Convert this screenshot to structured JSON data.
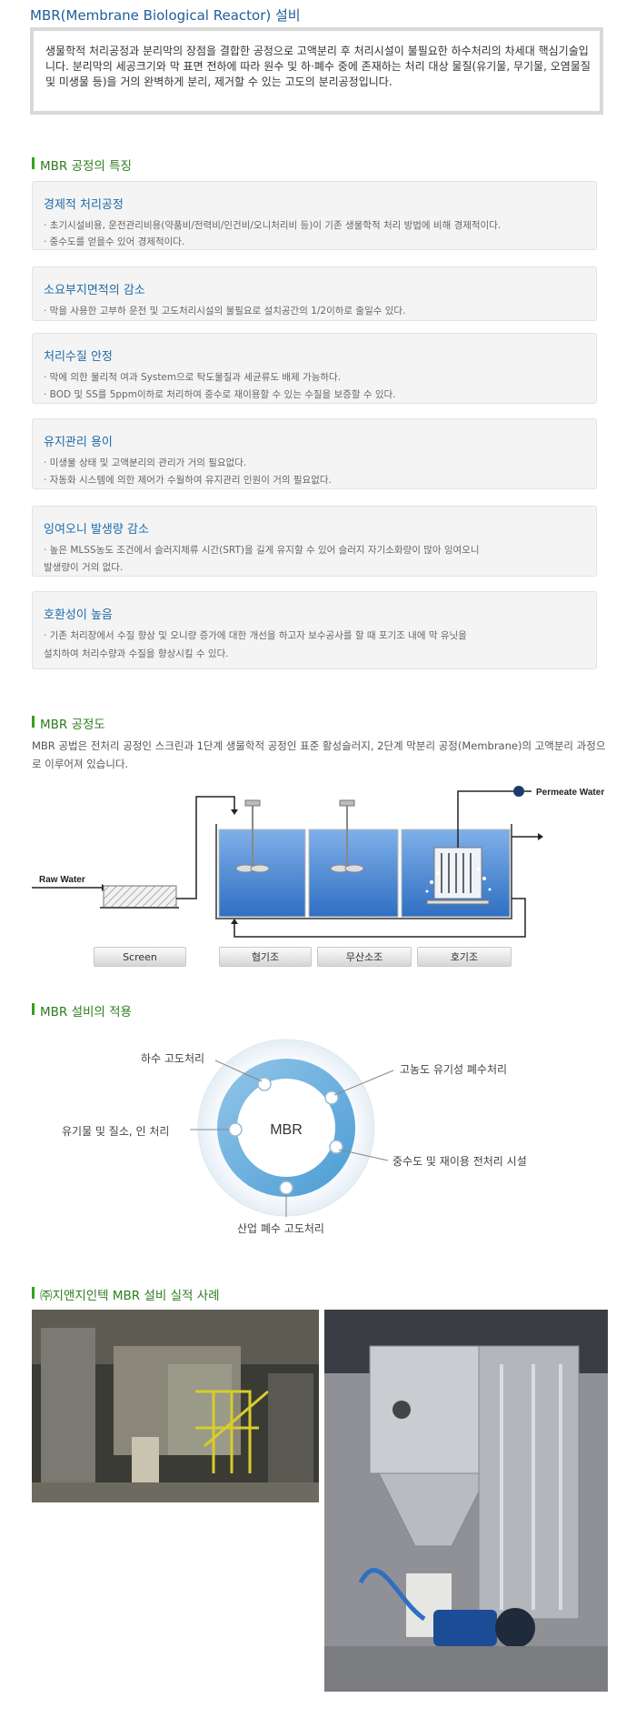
{
  "page": {
    "title": "MBR(Membrane Biological Reactor) 설비",
    "intro": "생물학적 처리공정과 분리막의 장점을 결합한 공정으로 고액분리 후 처리시설이 불필요한 하수처리의 차세대 핵심기술입니다. 분리막의 세공크기와 막 표면 전하에 따라 원수 및 하·폐수 중에 존재하는 처리 대상 물질(유기물, 무기물, 오염물질 및 미생물 등)을 거의 완벽하게 분리, 제거할 수 있는 고도의 분리공정입니다."
  },
  "features": {
    "title": "MBR 공정의 특징",
    "items": [
      {
        "title": "경제적 처리공정",
        "lines": [
          "· 초기시설비용, 운전관리비용(약품비/전력비/인건비/오니처리비 등)이 기존 생물학적 처리 방법에 비해 경제적이다.",
          "· 중수도를 얻을수 있어 경제적이다."
        ]
      },
      {
        "title": "소요부지면적의 감소",
        "lines": [
          "· 막을 사용한 고부하 운전 및 고도처리시설의 불필요로 설치공간의 1/2이하로 줄일수 있다."
        ]
      },
      {
        "title": "처리수질 안정",
        "lines": [
          "· 막에 의한 물리적 여과 System으로 탁도물질과 세균류도 배제 가능하다.",
          "· BOD 및 SS를 5ppm이하로 처리하여 중수로 재이용할 수 있는 수질을 보증할 수 있다."
        ]
      },
      {
        "title": "유지관리 용이",
        "lines": [
          "· 미생물 상태 및 고액분리의 관리가 거의 필요없다.",
          "· 자동화 시스템에 의한 제어가 수월하여 유지관리 인원이 거의 필요없다."
        ]
      },
      {
        "title": "잉여오니 발생량 감소",
        "lines": [
          "·  높은 MLSS농도 조건에서 슬러지체류 시간(SRT)을 길게 유지할 수 있어 슬러지 자기소화량이 많아 잉여오니",
          "    발생량이 거의 없다."
        ]
      },
      {
        "title": "호환성이 높음",
        "lines": [
          "·  기존 처리장에서 수질 향상 및 오니량 증가에 대한 개선을 하고자 보수공사를 할 때 포기조 내에 막 유닛을",
          "    설치하여 처리수량과 수질을 향상시킬 수 있다."
        ]
      }
    ]
  },
  "process": {
    "title": "MBR 공정도",
    "description": "MBR 공법은 전처리 공정인 스크린과 1단계 생물학적 공정인 표준 활성슬러지, 2단계 막분리 공정(Membrane)의 고액분리 과정으로 이루어져 있습니다.",
    "diagram": {
      "raw_water": "Raw Water",
      "permeate_water": "Permeate Water",
      "labels": [
        "Screen",
        "혐기조",
        "무산소조",
        "호기조"
      ]
    }
  },
  "application": {
    "title": "MBR 설비의 적용",
    "center": "MBR",
    "labels": [
      "하수 고도처리",
      "고농도 유기성 폐수처리",
      "유기물 및 질소, 인 처리",
      "중수도 및 재이용 전처리 시설",
      "산업 폐수 고도처리"
    ]
  },
  "cases": {
    "title": "㈜지앤지인텍 MBR 설비 실적 사례"
  },
  "colors": {
    "title_blue": "#1f5d9b",
    "section_green": "#2e7d20",
    "feature_title_blue": "#1f6aa8",
    "tank_blue": "#3e7fcf"
  }
}
